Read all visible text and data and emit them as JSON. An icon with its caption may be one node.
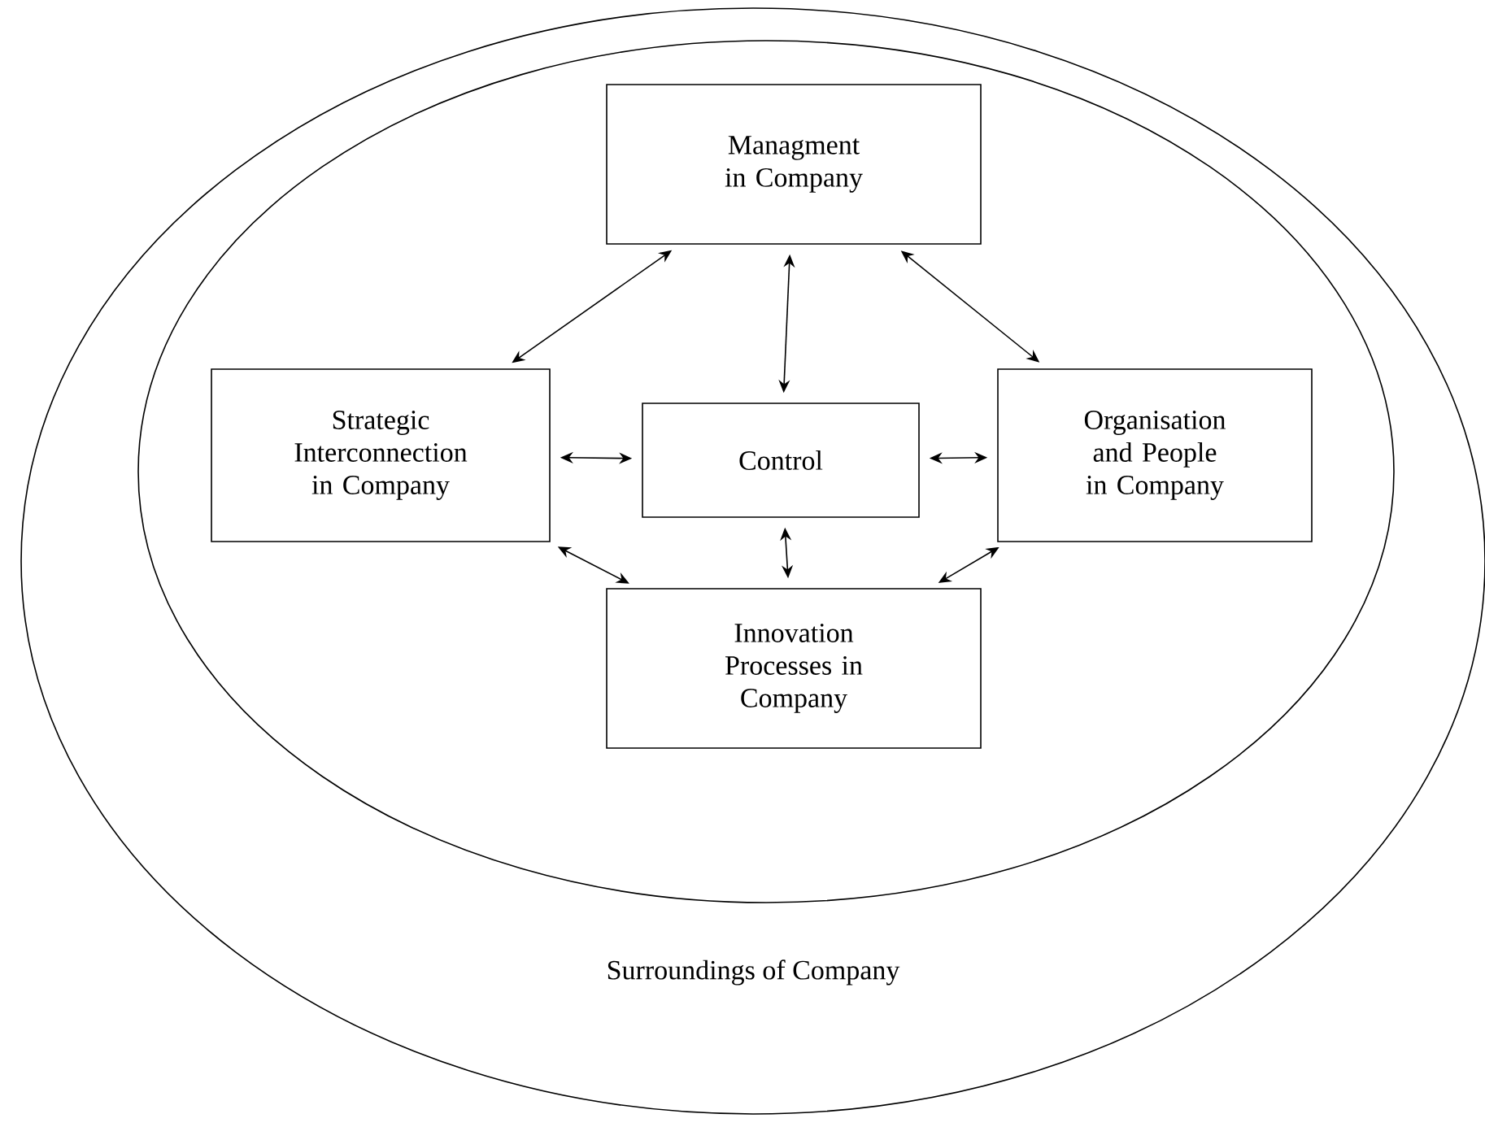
{
  "diagram": {
    "nodes": [
      {
        "text": [
          "Surroundings of Company"
        ]
      },
      {
        "text": [],
        "shape": "ellipse",
        "in": 0
      },
      {
        "text": [
          "Managment in Company"
        ],
        "in": 1
      },
      {
        "text": [
          "Strategic Interconnection in Company"
        ],
        "in": 1
      },
      {
        "text": [
          "Control"
        ],
        "in": 1
      },
      {
        "text": [
          "Organisation and People in Company"
        ],
        "in": 1
      },
      {
        "text": [
          "Innovation Processes in Company"
        ],
        "in": 1
      }
    ],
    "edges": [
      {
        "from": 2,
        "to": 3,
        "arrow": "both"
      },
      {
        "from": 2,
        "to": 5,
        "arrow": "both"
      },
      {
        "from": 2,
        "to": 4,
        "arrow": "both"
      },
      {
        "from": 3,
        "to": 4,
        "arrow": "both"
      },
      {
        "from": 4,
        "to": 5,
        "arrow": "both"
      },
      {
        "from": 4,
        "to": 6,
        "arrow": "both"
      },
      {
        "from": 3,
        "to": 6,
        "arrow": "both"
      },
      {
        "from": 5,
        "to": 6,
        "arrow": "both"
      }
    ]
  }
}
